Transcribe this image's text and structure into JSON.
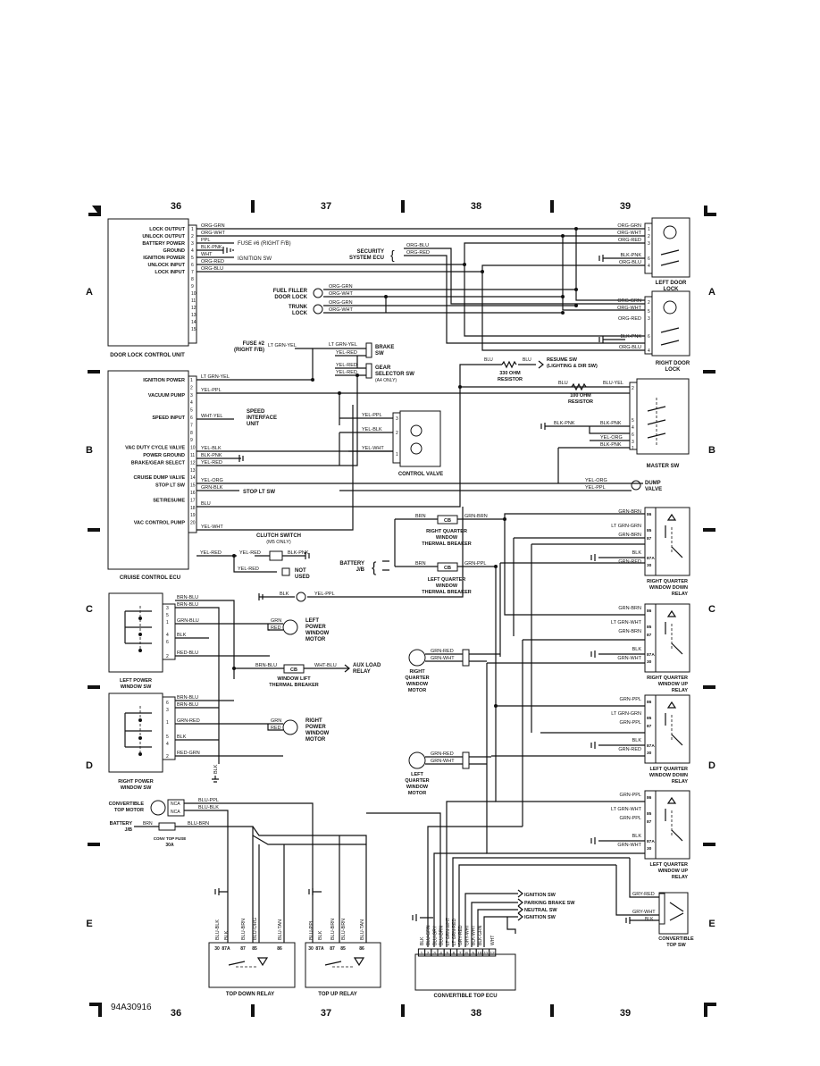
{
  "diagram_id": "94A30916",
  "grid": {
    "columns": [
      "36",
      "37",
      "38",
      "39"
    ],
    "rows": [
      "A",
      "B",
      "C",
      "D",
      "E"
    ]
  },
  "door_lock_unit": {
    "title": "DOOR LOCK CONTROL UNIT",
    "pins": [
      {
        "n": "1",
        "label": "LOCK OUTPUT",
        "wire": "ORG-GRN"
      },
      {
        "n": "2",
        "label": "UNLOCK OUTPUT",
        "wire": "ORG-WHT"
      },
      {
        "n": "3",
        "label": "BATTERY POWER",
        "wire": "PPL"
      },
      {
        "n": "4",
        "label": "GROUND",
        "wire": "BLK-PNK"
      },
      {
        "n": "5",
        "label": "IGNITION POWER",
        "wire": "WHT"
      },
      {
        "n": "6",
        "label": "UNLOCK INPUT",
        "wire": "ORG-RED"
      },
      {
        "n": "7",
        "label": "LOCK INPUT",
        "wire": "ORG-BLU"
      },
      {
        "n": "8",
        "label": "",
        "wire": ""
      },
      {
        "n": "9",
        "label": "",
        "wire": ""
      },
      {
        "n": "10",
        "label": "",
        "wire": ""
      },
      {
        "n": "11",
        "label": "",
        "wire": ""
      },
      {
        "n": "12",
        "label": "",
        "wire": ""
      },
      {
        "n": "13",
        "label": "",
        "wire": ""
      },
      {
        "n": "14",
        "label": "",
        "wire": ""
      },
      {
        "n": "15",
        "label": "",
        "wire": ""
      }
    ]
  },
  "cruise_ecu": {
    "title": "CRUISE CONTROL ECU",
    "pins": [
      {
        "n": "1",
        "label": "IGNITION POWER",
        "wire": "LT GRN-YEL"
      },
      {
        "n": "2",
        "label": "",
        "wire": ""
      },
      {
        "n": "3",
        "label": "VACUUM PUMP",
        "wire": "YEL-PPL"
      },
      {
        "n": "4",
        "label": "",
        "wire": ""
      },
      {
        "n": "5",
        "label": "",
        "wire": ""
      },
      {
        "n": "6",
        "label": "SPEED INPUT",
        "wire": "WHT-YEL"
      },
      {
        "n": "7",
        "label": "",
        "wire": ""
      },
      {
        "n": "8",
        "label": "",
        "wire": ""
      },
      {
        "n": "9",
        "label": "",
        "wire": ""
      },
      {
        "n": "10",
        "label": "VAC DUTY CYCLE VALVE",
        "wire": "YEL-BLK"
      },
      {
        "n": "11",
        "label": "POWER GROUND",
        "wire": "BLK-PNK"
      },
      {
        "n": "12",
        "label": "BRAKE/GEAR SELECT",
        "wire": "YEL-RED"
      },
      {
        "n": "13",
        "label": "",
        "wire": ""
      },
      {
        "n": "14",
        "label": "CRUISE DUMP VALVE",
        "wire": "YEL-ORG"
      },
      {
        "n": "15",
        "label": "STOP LT SW",
        "wire": "GRN-BLK"
      },
      {
        "n": "16",
        "label": "",
        "wire": ""
      },
      {
        "n": "17",
        "label": "SET/RESUME",
        "wire": "BLU"
      },
      {
        "n": "18",
        "label": "",
        "wire": ""
      },
      {
        "n": "19",
        "label": "",
        "wire": ""
      },
      {
        "n": "20",
        "label": "VAC CONTROL PUMP",
        "wire": "YEL-WHT"
      }
    ]
  },
  "labels": {
    "fuse6": "FUSE #6 (RIGHT F/B)",
    "ign_sw": "IGNITION SW",
    "security1": "SECURITY",
    "security2": "SYSTEM ECU",
    "sec_w1": "ORG-BLU",
    "sec_w2": "ORG-RED",
    "fuel_filler1": "FUEL FILLER",
    "fuel_filler2": "DOOR LOCK",
    "trunk1": "TRUNK",
    "trunk2": "LOCK",
    "fl_w1": "ORG-GRN",
    "fl_w2": "ORG-WHT",
    "tr_w1": "ORG-GRN",
    "tr_w2": "ORG-WHT",
    "left_door1": "LEFT DOOR",
    "left_door2": "LOCK",
    "right_door1": "RIGHT DOOR",
    "right_door2": "LOCK",
    "ld_w1": "ORG-GRN",
    "ld_w2": "ORG-WHT",
    "ld_w3": "ORG-RED",
    "ld_w4": "BLK-PNK",
    "ld_w5": "ORG-BLU",
    "rd_w1": "ORG-GRN",
    "rd_w2": "ORG-WHT",
    "rd_w3": "ORG-RED",
    "rd_w4": "BLK-PNK",
    "rd_w5": "ORG-BLU",
    "fuse2a": "FUSE #2",
    "fuse2b": "(RIGHT F/B)",
    "fuse2_w": "LT GRN-YEL",
    "brake_w1": "LT GRN-YEL",
    "brake_w2": "YEL-RED",
    "brake1": "BRAKE",
    "brake2": "SW",
    "gear_w1": "YEL-RED",
    "gear_w2": "YEL-RED",
    "gear1": "GEAR",
    "gear2": "SELECTOR SW",
    "gear3": "(A4 ONLY)",
    "speed1": "SPEED",
    "speed2": "INTERFACE",
    "speed3": "UNIT",
    "cv_w1": "YEL-PPL",
    "cv_w2": "YEL-BLK",
    "cv_w3": "YEL-WHT",
    "control_valve": "CONTROL VALVE",
    "stop_lt": "STOP LT SW",
    "resume_w1": "BLU",
    "resume_w2": "BLU",
    "resume1": "RESUME SW",
    "resume2": "(LIGHTING & DIR SW)",
    "res330a": "330 OHM",
    "res330b": "RESISTOR",
    "res100a": "100 OHM",
    "res100b": "RESISTOR",
    "res100_w1": "BLU",
    "res100_w2": "BLU-YEL",
    "master_w1": "BLK-PNK",
    "master_w2": "BLK-PNK",
    "master_w3": "YEL-ORG",
    "master_w4": "BLK-PNK",
    "master_sw": "MASTER SW",
    "dump_w1": "YEL-ORG",
    "dump_w2": "YEL-PPL",
    "dump1": "DUMP",
    "dump2": "VALVE",
    "clutch1": "CLUTCH SWITCH",
    "clutch2": "(M5 ONLY)",
    "clutch_w1": "YEL-RED",
    "clutch_w2": "YEL-RED",
    "clutch_w3": "BLK-PNK",
    "clutch_w4": "YEL-RED",
    "not_used1": "NOT",
    "not_used2": "USED",
    "lower_w1": "BLK",
    "lower_w2": "YEL-PPL",
    "rqtb_w1": "BRN",
    "rqtb_w2": "GRN-BRN",
    "rqtb1": "RIGHT QUARTER",
    "rqtb2": "WINDOW",
    "rqtb3": "THERMAL BREAKER",
    "battery1": "BATTERY",
    "battery2": "J/B",
    "lqtb_w1": "BRN",
    "lqtb_w2": "GRN-PPL",
    "lqtb1": "LEFT QUARTER",
    "lqtb2": "WINDOW",
    "lqtb3": "THERMAL BREAKER",
    "cb": "CB",
    "lpws_w1": "BRN-BLU",
    "lpws_w2": "BRN-BLU",
    "lpws_w3": "GRN-BLU",
    "lpws_w4": "BLK",
    "lpws_w5": "RED-BLU",
    "lpws1": "LEFT POWER",
    "lpws2": "WINDOW SW",
    "lpwm_w1": "GRN",
    "lpwm_w2": "RED",
    "lpwm1": "LEFT",
    "lpwm2": "POWER",
    "lpwm3": "WINDOW",
    "lpwm4": "MOTOR",
    "wltb_w1": "BRN-BLU",
    "wltb_w2": "WHT-BLU",
    "wltb1": "WINDOW LIFT",
    "wltb2": "THERMAL BREAKER",
    "aux1": "AUX LOAD",
    "aux2": "RELAY",
    "rpws_w1": "BRN-BLU",
    "rpws_w2": "BRN-BLU",
    "rpws_w3": "GRN-RED",
    "rpws_w4": "BLK",
    "rpws_w5": "RED-GRN",
    "rpws1": "RIGHT POWER",
    "rpws2": "WINDOW SW",
    "rpwm_w1": "GRN",
    "rpwm_w2": "RED",
    "rpwm1": "RIGHT",
    "rpwm2": "POWER",
    "rpwm3": "WINDOW",
    "rpwm4": "MOTOR",
    "blk_vertical": "BLK",
    "rqwm_w1": "GRN-RED",
    "rqwm_w2": "GRN-WHT",
    "rqwm1": "RIGHT",
    "rqwm2": "QUARTER",
    "rqwm3": "WINDOW",
    "rqwm4": "MOTOR",
    "lqwm_w1": "GRN-RED",
    "lqwm_w2": "GRN-WHT",
    "lqwm1": "LEFT",
    "lqwm2": "QUARTER",
    "lqwm3": "WINDOW",
    "lqwm4": "MOTOR",
    "ctm1": "CONVERTIBLE",
    "ctm2": "TOP MOTOR",
    "ctm_w1": "NCA",
    "ctm_w2": "NCA",
    "ctm_w3": "BLU-PPL",
    "ctm_w4": "BLU-BLK",
    "batt2a": "BATTERY",
    "batt2b": "J/B",
    "batt2_w1": "BRN",
    "batt2_w2": "BLU-BRN",
    "conv_fuse1": "CONV TOP FUSE",
    "conv_fuse2": "30A",
    "tdr": "TOP DOWN RELAY",
    "tur": "TOP UP RELAY",
    "ecu_title": "CONVERTIBLE TOP ECU",
    "e_sw1": "IGNITION SW",
    "e_sw2": "PARKING BRAKE SW",
    "e_sw3": "NEUTRAL SW",
    "e_sw4": "IGNITION SW",
    "cts_w1": "GRY-RED",
    "cts_w2": "GRY-WHT",
    "cts_w3": "BLK",
    "cts1": "CONVERTIBLE",
    "cts2": "TOP SW"
  },
  "relays": [
    {
      "t1": "RIGHT QUARTER",
      "t2": "WINDOW DOWN",
      "t3": "RELAY",
      "top": "GRN-BRN",
      "w85": "LT GRN-GRN",
      "w87": "GRN-BRN",
      "wblk": "BLK",
      "w30": "GRN-RED"
    },
    {
      "t1": "RIGHT QUARTER",
      "t2": "WINDOW UP",
      "t3": "RELAY",
      "top": "GRN-BRN",
      "w85": "LT GRN-WHT",
      "w87": "GRN-BRN",
      "wblk": "BLK",
      "w30": "GRN-WHT"
    },
    {
      "t1": "LEFT QUARTER",
      "t2": "WINDOW DOWN",
      "t3": "RELAY",
      "top": "GRN-PPL",
      "w85": "LT GRN-GRN",
      "w87": "GRN-PPL",
      "wblk": "BLK",
      "w30": "GRN-RED"
    },
    {
      "t1": "LEFT QUARTER",
      "t2": "WINDOW UP",
      "t3": "RELAY",
      "top": "GRN-PPL",
      "w85": "LT GRN-WHT",
      "w87": "GRN-PPL",
      "wblk": "BLK",
      "w30": "GRN-WHT"
    }
  ],
  "relay_pins": [
    "86",
    "85",
    "87",
    "87A",
    "30"
  ],
  "top_relay_pins": [
    "30",
    "87A",
    "87",
    "85",
    "86"
  ],
  "top_down_relay_wires": [
    "BLU-BLK",
    "BLK",
    "BLU-BRN",
    "BLU-ORG",
    "BLU-TAN"
  ],
  "top_up_relay_wires": [
    "BLU-PPL",
    "BLK",
    "BLU-BRN",
    "BLU-BRN",
    "BLU-TAN"
  ],
  "ecu_wires": [
    "BLK",
    "BLU-GRN",
    "BLU-GRY",
    "BLU-BRN",
    "LT GRN-WHT",
    "LT GRN-RED",
    "GRY-RED",
    "GRY-WHT",
    "BLK-WHT",
    "BLK-GRN",
    "",
    "WHT"
  ],
  "ecu_pins": [
    "1",
    "2",
    "3",
    "4",
    "5",
    "6",
    "7",
    "8",
    "9",
    "10",
    "11",
    "12"
  ]
}
